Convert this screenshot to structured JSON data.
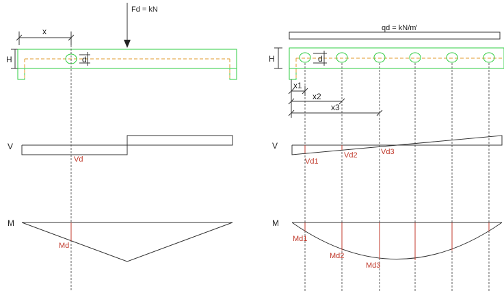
{
  "left": {
    "force_label": "Fd = kN",
    "dim_x": "x",
    "dim_h": "H",
    "dim_d": "d",
    "shear_axis": "V",
    "shear_label": "Vd",
    "moment_axis": "M",
    "moment_label": "Md"
  },
  "right": {
    "load_label": "qd = kN/m'",
    "dim_h": "H",
    "dim_d": "d",
    "dim_x1": "x1",
    "dim_x2": "x2",
    "dim_x3": "x3",
    "shear_axis": "V",
    "shear_labels": [
      "Vd1",
      "Vd2",
      "Vd3"
    ],
    "moment_axis": "M",
    "moment_labels": [
      "Md1",
      "Md2",
      "Md3"
    ]
  },
  "colors": {
    "beam_outline": "#2ecc40",
    "centerline": "#e09a2a",
    "result_label": "#c0392b",
    "line": "#333333"
  }
}
